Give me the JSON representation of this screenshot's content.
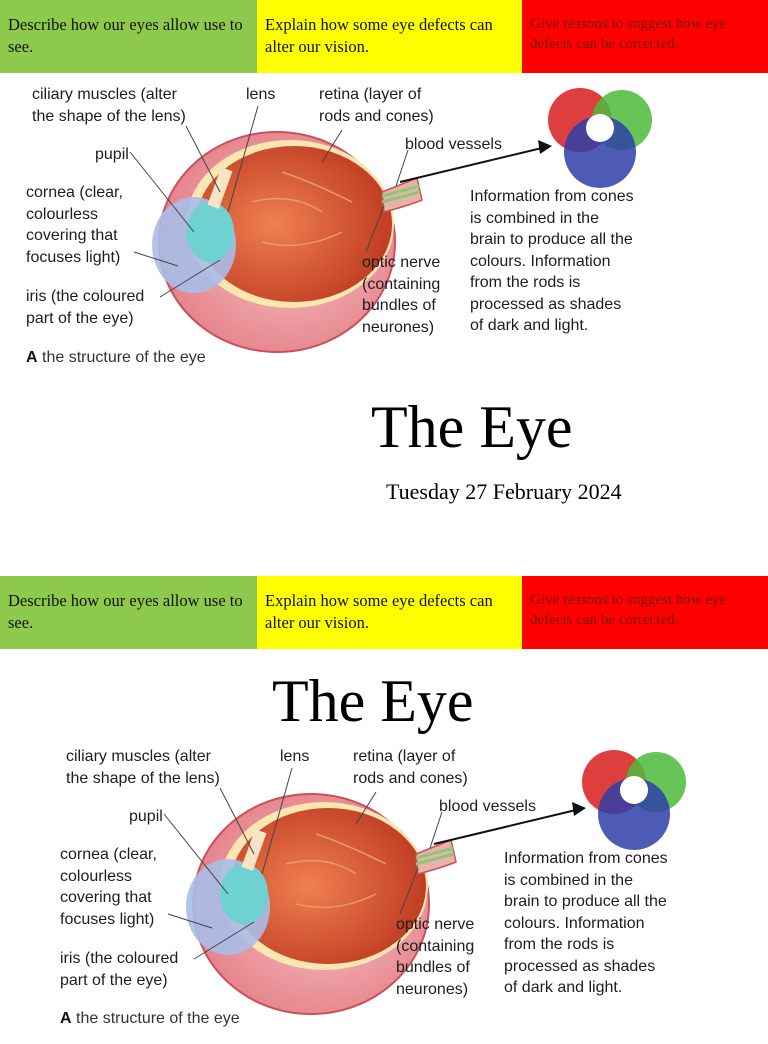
{
  "objectives": {
    "green": "Describe how our eyes allow use to see.",
    "yellow": "Explain how some eye defects can alter our vision.",
    "red": "Give reasons to suggest how eye defects can be corrected."
  },
  "figure": {
    "labels": {
      "ciliary": "ciliary muscles (alter\nthe shape of the lens)",
      "lens": "lens",
      "retina": "retina (layer of\nrods and cones)",
      "blood_vessels": "blood vessels",
      "pupil": "pupil",
      "cornea": "cornea (clear,\ncolourless\ncovering that\nfocuses light)",
      "iris": "iris (the coloured\npart of the eye)",
      "optic_nerve": "optic nerve\n(containing\nbundles of\nneurones)",
      "info": "Information from cones\nis combined in the\nbrain to produce all the\ncolours. Information\nfrom the rods is\nprocessed as shades\nof dark and light."
    },
    "caption_letter": "A",
    "caption_text": "the structure of the eye",
    "colors": {
      "red": "#d92a2a",
      "green": "#4cbb3a",
      "blue": "#2f3ea8",
      "yellow": "#e3ea3a",
      "cyan": "#5fd0d8",
      "magenta": "#8a3aa8"
    }
  },
  "slide1": {
    "title": "The Eye",
    "date": "Tuesday 27 February 2024"
  },
  "slide2": {
    "title": "The Eye"
  }
}
